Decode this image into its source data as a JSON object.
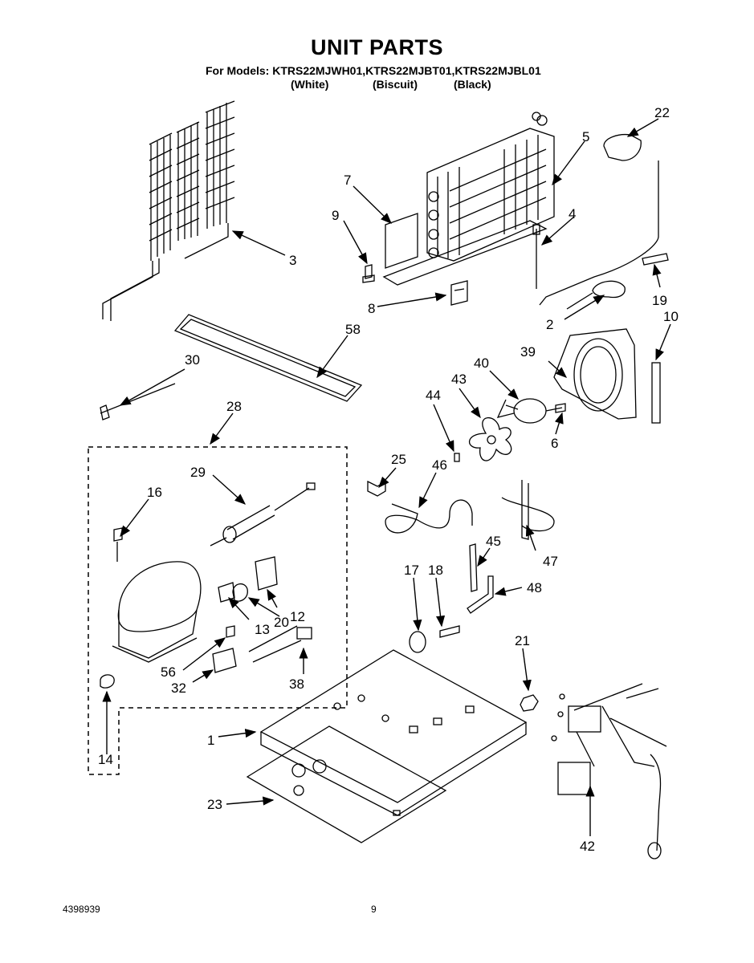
{
  "header": {
    "title": "UNIT PARTS",
    "models_line": "For Models: KTRS22MJWH01,KTRS22MJBT01,KTRS22MJBL01",
    "variants": [
      "(White)",
      "(Biscuit)",
      "(Black)"
    ]
  },
  "parts": {
    "p1": "1",
    "p2": "2",
    "p3": "3",
    "p4": "4",
    "p5": "5",
    "p6": "6",
    "p7": "7",
    "p8": "8",
    "p9": "9",
    "p10": "10",
    "p12": "12",
    "p13": "13",
    "p14": "14",
    "p16": "16",
    "p17": "17",
    "p18": "18",
    "p19": "19",
    "p20": "20",
    "p21": "21",
    "p22": "22",
    "p23": "23",
    "p25": "25",
    "p28": "28",
    "p29": "29",
    "p30": "30",
    "p32": "32",
    "p38": "38",
    "p39": "39",
    "p40": "40",
    "p42": "42",
    "p43": "43",
    "p44": "44",
    "p45": "45",
    "p46": "46",
    "p47": "47",
    "p48": "48",
    "p56": "56",
    "p58": "58"
  },
  "footer": {
    "doc_number": "4398939",
    "page_number": "9"
  }
}
